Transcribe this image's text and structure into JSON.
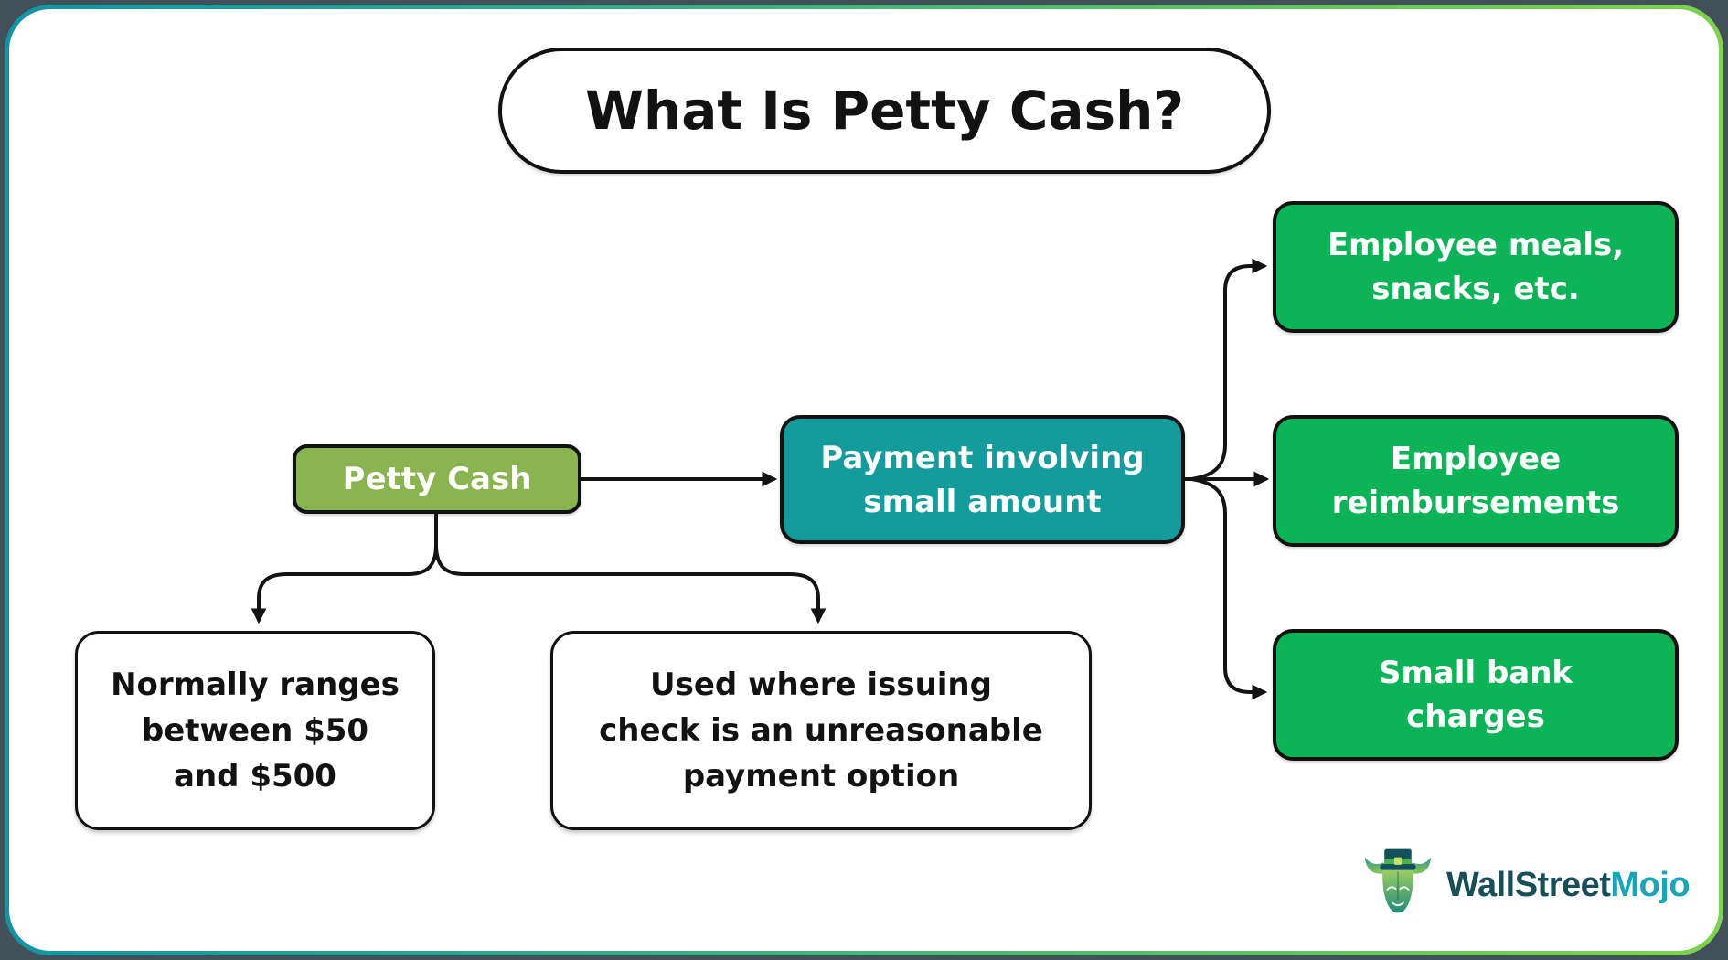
{
  "title_banner": {
    "text": "What Is Petty Cash?"
  },
  "nodes": {
    "root": {
      "label": "Petty Cash"
    },
    "definition": {
      "label": "Payment involving small amount",
      "lines": [
        "Payment involving",
        "small amount"
      ]
    },
    "examples": [
      {
        "label": "Employee meals, snacks, etc.",
        "lines": [
          "Employee meals,",
          "snacks, etc."
        ]
      },
      {
        "label": "Employee reimbursements",
        "lines": [
          "Employee",
          "reimbursements"
        ]
      },
      {
        "label": "Small bank charges",
        "lines": [
          "Small bank",
          "charges"
        ]
      }
    ],
    "notes": [
      {
        "label": "Normally ranges between $50 and $500",
        "lines": [
          "Normally ranges",
          "between $50",
          "and $500"
        ]
      },
      {
        "label": "Used where issuing check is an unreasonable payment option",
        "lines": [
          "Used where issuing",
          "check is an unreasonable",
          "payment option"
        ]
      }
    ]
  },
  "branding": {
    "name_primary": "WallStreet",
    "name_secondary": "Mojo",
    "mascot_icon": "bull-with-top-hat"
  },
  "colors": {
    "page_bg": "#42505A",
    "card_bg": "#FFFFFF",
    "ink": "#121212",
    "connector": "#131313",
    "root_green": "#8AB44F",
    "definition_teal": "#149C9D",
    "example_green": "#0CB457",
    "border_gradient_start": "#1294A5",
    "border_gradient_end": "#7ED24E",
    "logo_primary": "#174E58",
    "logo_secondary": "#18A5B5"
  }
}
